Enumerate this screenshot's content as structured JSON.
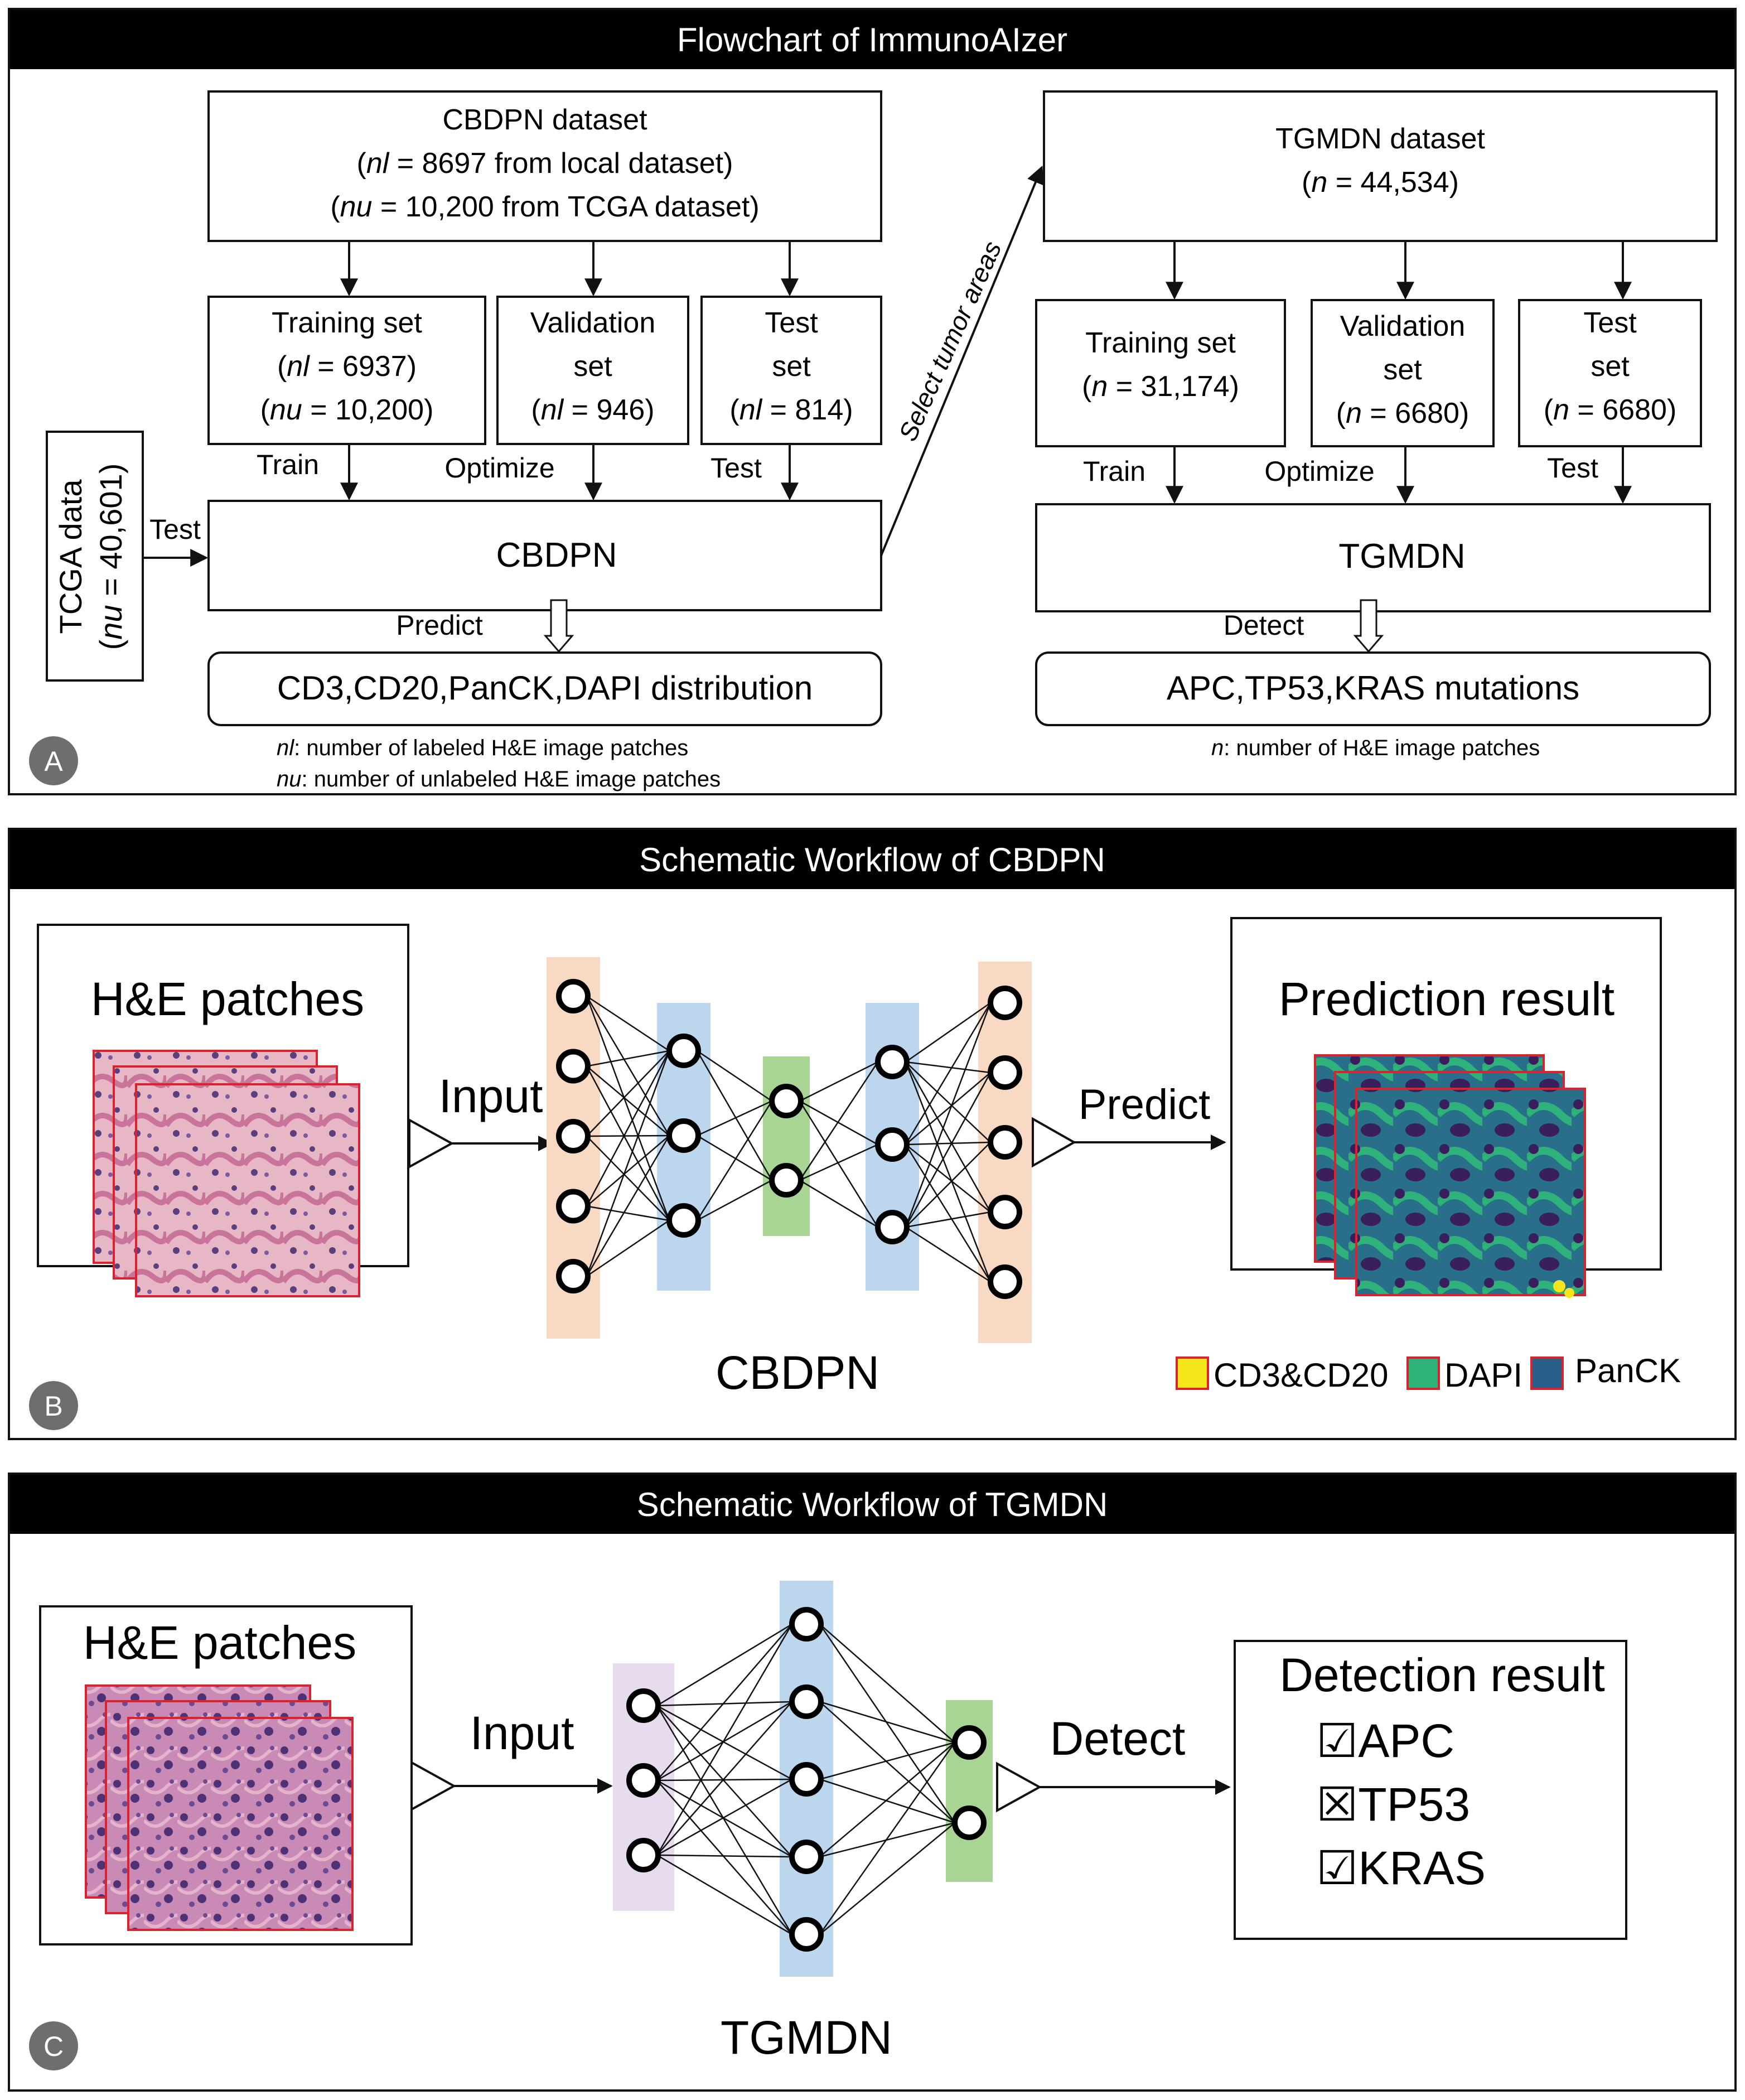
{
  "panelA": {
    "title": "Flowchart of ImmunoAIzer",
    "badge": "A",
    "cbdpn_dataset": {
      "title": "CBDPN dataset",
      "line1": {
        "var": "nl",
        "rest": " = 8697 from local dataset"
      },
      "line2": {
        "var": "nu",
        "rest": " = 10,200 from TCGA dataset"
      }
    },
    "cbdpn_training": {
      "l1": "Training set",
      "l2": {
        "var": "nl",
        "rest": " = 6937"
      },
      "l3": {
        "var": "nu",
        "rest": " = 10,200"
      }
    },
    "cbdpn_validation": {
      "l1": "Validation",
      "l2": "set",
      "l3": {
        "var": "nl",
        "rest": " = 946"
      }
    },
    "cbdpn_test": {
      "l1": "Test",
      "l2": "set",
      "l3": {
        "var": "nl",
        "rest": " = 814"
      }
    },
    "cbdpn_edge_labels": {
      "train": "Train",
      "optimize": "Optimize",
      "test": "Test"
    },
    "cbdpn_model": "CBDPN",
    "tcga_data": {
      "title": "TCGA data",
      "count": {
        "var": "nu",
        "rest": " = 40,601"
      }
    },
    "tcga_edge_label": "Test",
    "cbdpn_predict_label": "Predict",
    "cbdpn_output": "CD3,CD20,PanCK,DAPI distribution",
    "footnote_nl": {
      "var": "nl",
      "text": ":  number of labeled H&E image patches"
    },
    "footnote_nu": {
      "var": "nu",
      "text": ": number of unlabeled H&E image patches"
    },
    "select_label": "Select tumor areas",
    "tgmdn_dataset": {
      "title": "TGMDN dataset",
      "line1": {
        "var": "n",
        "rest": " = 44,534"
      }
    },
    "tgmdn_training": {
      "l1": "Training set",
      "l2": {
        "var": "n",
        "rest": " = 31,174"
      }
    },
    "tgmdn_validation": {
      "l1": "Validation",
      "l2": "set",
      "l3": {
        "var": "n",
        "rest": " = 6680"
      }
    },
    "tgmdn_test": {
      "l1": "Test",
      "l2": "set",
      "l3": {
        "var": "n",
        "rest": " = 6680"
      }
    },
    "tgmdn_edge_labels": {
      "train": "Train",
      "optimize": "Optimize",
      "test": "Test"
    },
    "tgmdn_model": "TGMDN",
    "tgmdn_detect_label": "Detect",
    "tgmdn_output": "APC,TP53,KRAS mutations",
    "footnote_n": {
      "var": "n",
      "text": ":  number of H&E image patches"
    }
  },
  "panelB": {
    "title": "Schematic Workflow of CBDPN",
    "badge": "B",
    "he_title": "H&E patches",
    "input_label": "Input",
    "network_label": "CBDPN",
    "predict_label": "Predict",
    "result_title": "Prediction result",
    "legend": [
      {
        "label": "CD3&CD20",
        "color": "#f5e61a"
      },
      {
        "label": "DAPI",
        "color": "#2fb27a"
      },
      {
        "label": "PanCK",
        "color": "#2a5f8a"
      }
    ],
    "layer_colors": [
      "#f8d9c4",
      "#bcd6ee",
      "#a8d494",
      "#bcd6ee",
      "#f8d9c4"
    ],
    "layer_nodes": [
      5,
      3,
      2,
      3,
      5
    ]
  },
  "panelC": {
    "title": "Schematic Workflow of TGMDN",
    "badge": "C",
    "he_title": "H&E patches",
    "input_label": "Input",
    "network_label": "TGMDN",
    "detect_label": "Detect",
    "result_title": "Detection result",
    "results": [
      {
        "mark": "☑",
        "label": "APC"
      },
      {
        "mark": "☒",
        "label": "TP53"
      },
      {
        "mark": "☑",
        "label": "KRAS"
      }
    ],
    "layer_colors": [
      "#e6dced",
      "#bcd6ee",
      "#a8d494"
    ],
    "layer_nodes": [
      3,
      5,
      2
    ]
  },
  "colors": {
    "he_pink": "#d98aa6",
    "he_purple": "#5a3f7d",
    "map_dark": "#3b1f5a",
    "map_green": "#2fb27a",
    "map_teal": "#2a6f8a"
  }
}
